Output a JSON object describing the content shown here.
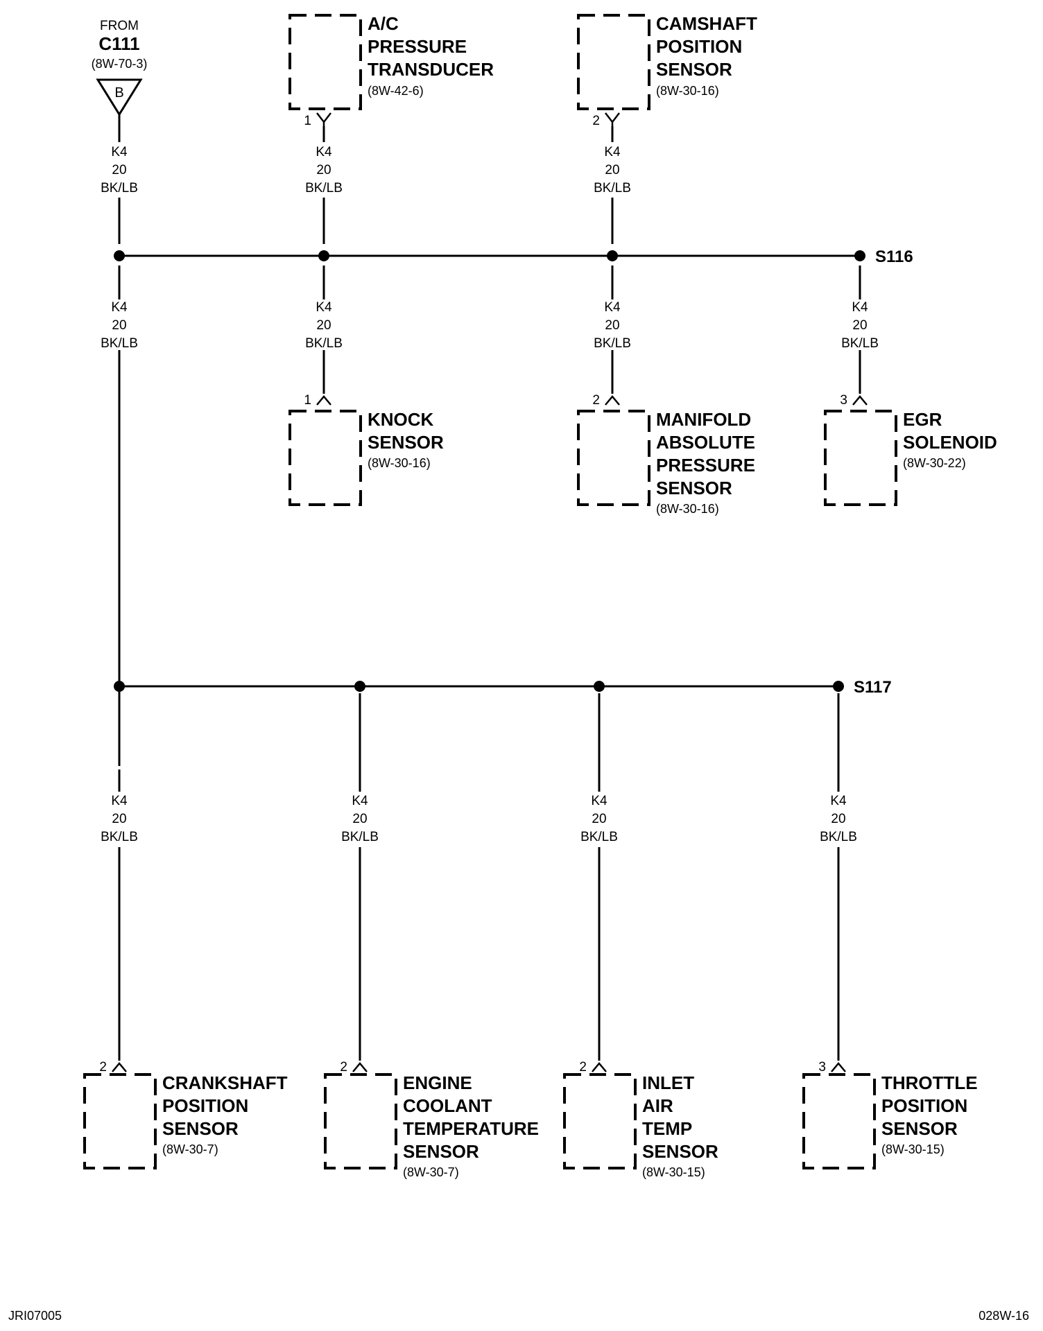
{
  "source": {
    "from": "FROM",
    "connector": "C111",
    "ref": "(8W-70-3)",
    "triangle": "B"
  },
  "wire": {
    "code": "K4",
    "gauge": "20",
    "color": "BK/LB"
  },
  "splices": {
    "s116": "S116",
    "s117": "S117"
  },
  "components": {
    "ac": {
      "lines": [
        "A/C",
        "PRESSURE",
        "TRANSDUCER"
      ],
      "ref": "(8W-42-6)",
      "pin": "1"
    },
    "cam": {
      "lines": [
        "CAMSHAFT",
        "POSITION",
        "SENSOR"
      ],
      "ref": "(8W-30-16)",
      "pin": "2"
    },
    "knock": {
      "lines": [
        "KNOCK",
        "SENSOR"
      ],
      "ref": "(8W-30-16)",
      "pin": "1"
    },
    "map": {
      "lines": [
        "MANIFOLD",
        "ABSOLUTE",
        "PRESSURE",
        "SENSOR"
      ],
      "ref": "(8W-30-16)",
      "pin": "2"
    },
    "egr": {
      "lines": [
        "EGR",
        "SOLENOID"
      ],
      "ref": "(8W-30-22)",
      "pin": "3"
    },
    "ckp": {
      "lines": [
        "CRANKSHAFT",
        "POSITION",
        "SENSOR"
      ],
      "ref": "(8W-30-7)",
      "pin": "2"
    },
    "ect": {
      "lines": [
        "ENGINE",
        "COOLANT",
        "TEMPERATURE",
        "SENSOR"
      ],
      "ref": "(8W-30-7)",
      "pin": "2"
    },
    "iat": {
      "lines": [
        "INLET",
        "AIR",
        "TEMP",
        "SENSOR"
      ],
      "ref": "(8W-30-15)",
      "pin": "2"
    },
    "tps": {
      "lines": [
        "THROTTLE",
        "POSITION",
        "SENSOR"
      ],
      "ref": "(8W-30-15)",
      "pin": "3"
    }
  },
  "footer": {
    "left": "JRI07005",
    "right": "028W-16"
  }
}
